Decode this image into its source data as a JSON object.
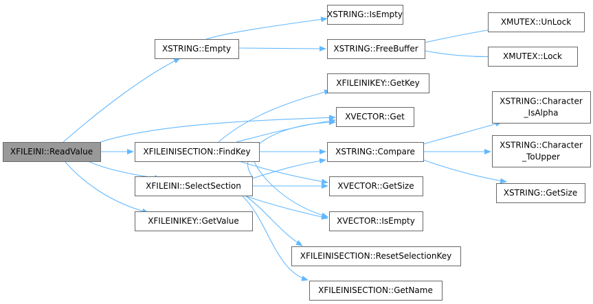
{
  "graph": {
    "edge_color": "#63b8ff",
    "root_fill": "#999999",
    "node_fill": "#ffffff",
    "node_stroke": "#666666",
    "nodes": [
      {
        "id": "readvalue",
        "lines": [
          "XFILEINI::ReadValue"
        ],
        "root": true
      },
      {
        "id": "empty",
        "lines": [
          "XSTRING::Empty"
        ]
      },
      {
        "id": "isempty_s",
        "lines": [
          "XSTRING::IsEmpty"
        ]
      },
      {
        "id": "freebuffer",
        "lines": [
          "XSTRING::FreeBuffer"
        ]
      },
      {
        "id": "unlock",
        "lines": [
          "XMUTEX::UnLock"
        ]
      },
      {
        "id": "lock",
        "lines": [
          "XMUTEX::Lock"
        ]
      },
      {
        "id": "getkey",
        "lines": [
          "XFILEINIKEY::GetKey"
        ]
      },
      {
        "id": "vget",
        "lines": [
          "XVECTOR::Get"
        ]
      },
      {
        "id": "isalpha",
        "lines": [
          "XSTRING::Character",
          "_IsAlpha"
        ]
      },
      {
        "id": "findkey",
        "lines": [
          "XFILEINISECTION::FindKey"
        ]
      },
      {
        "id": "compare",
        "lines": [
          "XSTRING::Compare"
        ]
      },
      {
        "id": "toupper",
        "lines": [
          "XSTRING::Character",
          "_ToUpper"
        ]
      },
      {
        "id": "selectsection",
        "lines": [
          "XFILEINI::SelectSection"
        ]
      },
      {
        "id": "vgetsize",
        "lines": [
          "XVECTOR::GetSize"
        ]
      },
      {
        "id": "sgetsize",
        "lines": [
          "XSTRING::GetSize"
        ]
      },
      {
        "id": "getvalue",
        "lines": [
          "XFILEINIKEY::GetValue"
        ]
      },
      {
        "id": "visempty",
        "lines": [
          "XVECTOR::IsEmpty"
        ]
      },
      {
        "id": "resetsel",
        "lines": [
          "XFILEINISECTION::ResetSelectionKey"
        ]
      },
      {
        "id": "getname",
        "lines": [
          "XFILEINISECTION::GetName"
        ]
      }
    ],
    "edges": [
      {
        "from": "readvalue",
        "to": "empty"
      },
      {
        "from": "readvalue",
        "to": "vget"
      },
      {
        "from": "readvalue",
        "to": "findkey"
      },
      {
        "from": "readvalue",
        "to": "selectsection"
      },
      {
        "from": "readvalue",
        "to": "getvalue"
      },
      {
        "from": "empty",
        "to": "isempty_s"
      },
      {
        "from": "empty",
        "to": "freebuffer"
      },
      {
        "from": "freebuffer",
        "to": "unlock"
      },
      {
        "from": "freebuffer",
        "to": "lock"
      },
      {
        "from": "findkey",
        "to": "getkey"
      },
      {
        "from": "findkey",
        "to": "vget"
      },
      {
        "from": "findkey",
        "to": "compare"
      },
      {
        "from": "findkey",
        "to": "vgetsize"
      },
      {
        "from": "findkey",
        "to": "visempty"
      },
      {
        "from": "compare",
        "to": "isalpha"
      },
      {
        "from": "compare",
        "to": "toupper"
      },
      {
        "from": "compare",
        "to": "sgetsize"
      },
      {
        "from": "selectsection",
        "to": "vget"
      },
      {
        "from": "selectsection",
        "to": "compare"
      },
      {
        "from": "selectsection",
        "to": "vgetsize"
      },
      {
        "from": "selectsection",
        "to": "visempty"
      },
      {
        "from": "selectsection",
        "to": "resetsel"
      },
      {
        "from": "selectsection",
        "to": "getname"
      }
    ]
  }
}
